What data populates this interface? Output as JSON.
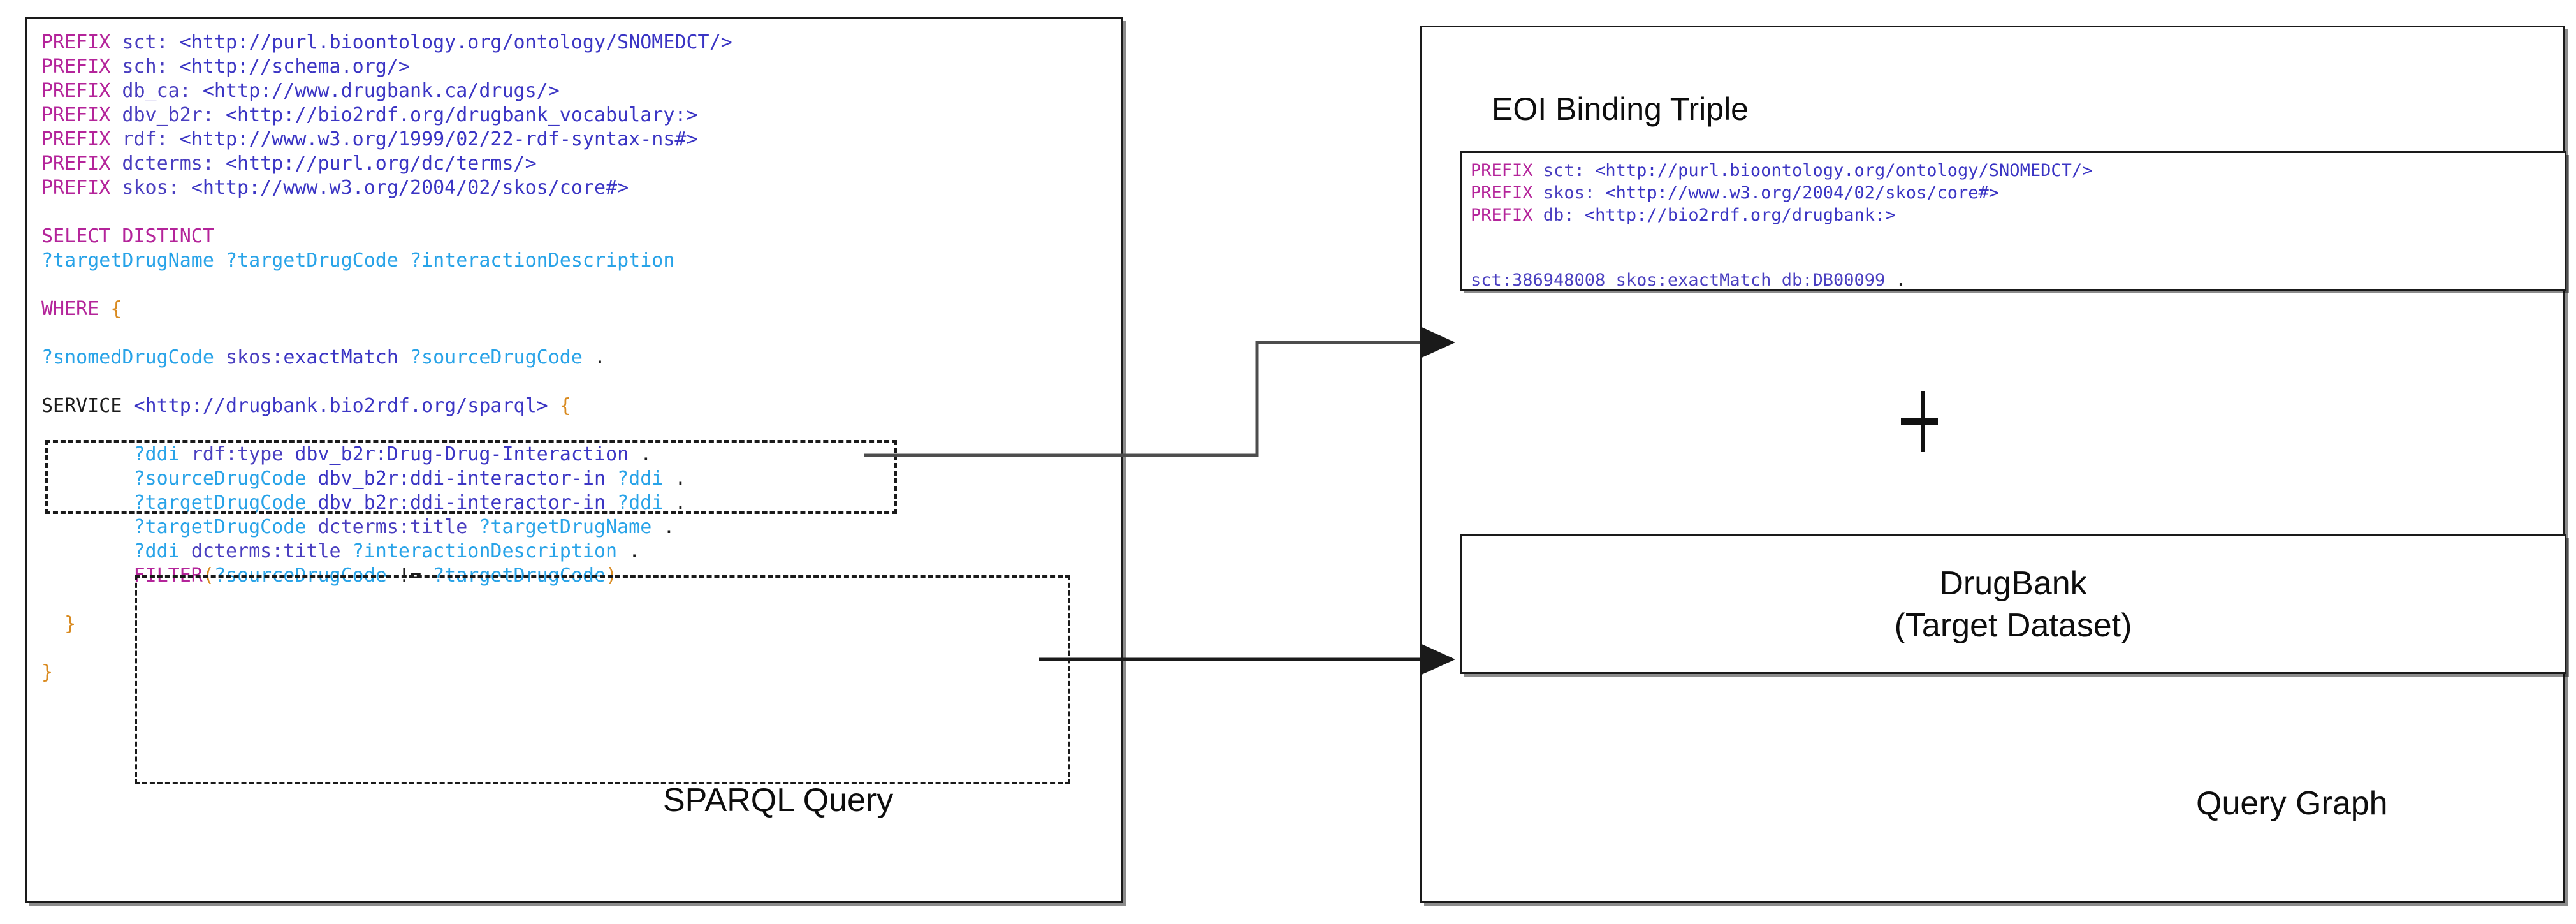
{
  "left_panel": {
    "caption": "SPARQL Query",
    "query_lines": [
      {
        "id": "p1",
        "segments": [
          {
            "t": "PREFIX",
            "c": "kw"
          },
          {
            "t": " sct: ",
            "c": "pfx"
          },
          {
            "t": "<http://purl.bioontology.org/ontology/SNOMEDCT/>",
            "c": "uri"
          }
        ]
      },
      {
        "id": "p2",
        "segments": [
          {
            "t": "PREFIX",
            "c": "kw"
          },
          {
            "t": " sch: ",
            "c": "pfx"
          },
          {
            "t": "<http://schema.org/>",
            "c": "uri"
          }
        ]
      },
      {
        "id": "p3",
        "segments": [
          {
            "t": "PREFIX",
            "c": "kw"
          },
          {
            "t": " db_ca: ",
            "c": "pfx"
          },
          {
            "t": "<http://www.drugbank.ca/drugs/>",
            "c": "uri"
          }
        ]
      },
      {
        "id": "p4",
        "segments": [
          {
            "t": "PREFIX",
            "c": "kw"
          },
          {
            "t": " dbv_b2r: ",
            "c": "pfx"
          },
          {
            "t": "<http://bio2rdf.org/drugbank_vocabulary:>",
            "c": "uri"
          }
        ]
      },
      {
        "id": "p5",
        "segments": [
          {
            "t": "PREFIX",
            "c": "kw"
          },
          {
            "t": " rdf: ",
            "c": "pfx"
          },
          {
            "t": "<http://www.w3.org/1999/02/22-rdf-syntax-ns#>",
            "c": "uri"
          }
        ]
      },
      {
        "id": "p6",
        "segments": [
          {
            "t": "PREFIX",
            "c": "kw"
          },
          {
            "t": " dcterms: ",
            "c": "pfx"
          },
          {
            "t": "<http://purl.org/dc/terms/>",
            "c": "uri"
          }
        ]
      },
      {
        "id": "p7",
        "segments": [
          {
            "t": "PREFIX",
            "c": "kw"
          },
          {
            "t": " skos: ",
            "c": "pfx"
          },
          {
            "t": "<http://www.w3.org/2004/02/skos/core#>",
            "c": "uri"
          }
        ]
      },
      {
        "id": "blank1",
        "segments": [
          {
            "t": " ",
            "c": "dot"
          }
        ]
      },
      {
        "id": "sel",
        "segments": [
          {
            "t": "SELECT DISTINCT",
            "c": "kw"
          }
        ]
      },
      {
        "id": "vars",
        "segments": [
          {
            "t": "?targetDrugName ?targetDrugCode ?interactionDescription",
            "c": "var"
          }
        ]
      },
      {
        "id": "blank2",
        "segments": [
          {
            "t": " ",
            "c": "dot"
          }
        ]
      },
      {
        "id": "where",
        "segments": [
          {
            "t": "WHERE",
            "c": "kw"
          },
          {
            "t": " ",
            "c": "dot"
          },
          {
            "t": "{",
            "c": "pun"
          }
        ]
      },
      {
        "id": "blank3",
        "segments": [
          {
            "t": " ",
            "c": "dot"
          }
        ]
      },
      {
        "id": "eoi",
        "segments": [
          {
            "t": "?snomedDrugCode",
            "c": "var"
          },
          {
            "t": " ",
            "c": "dot"
          },
          {
            "t": "skos:",
            "c": "pfx"
          },
          {
            "t": "exactMatch",
            "c": "uri"
          },
          {
            "t": " ",
            "c": "dot"
          },
          {
            "t": "?sourceDrugCode",
            "c": "var"
          },
          {
            "t": " .",
            "c": "dot"
          }
        ]
      },
      {
        "id": "blank4",
        "segments": [
          {
            "t": " ",
            "c": "dot"
          }
        ]
      },
      {
        "id": "service",
        "segments": [
          {
            "t": "SERVICE",
            "c": "kwd"
          },
          {
            "t": " ",
            "c": "dot"
          },
          {
            "t": "<http://drugbank.bio2rdf.org/sparql>",
            "c": "uri"
          },
          {
            "t": " ",
            "c": "dot"
          },
          {
            "t": "{",
            "c": "pun"
          }
        ]
      },
      {
        "id": "blank5",
        "segments": [
          {
            "t": " ",
            "c": "dot"
          }
        ]
      },
      {
        "id": "s1",
        "segments": [
          {
            "t": "        ?ddi",
            "c": "var"
          },
          {
            "t": " ",
            "c": "dot"
          },
          {
            "t": "rdf:type",
            "c": "pfx"
          },
          {
            "t": " ",
            "c": "dot"
          },
          {
            "t": "dbv_b2r:Drug-Drug-Interaction",
            "c": "uri"
          },
          {
            "t": " .",
            "c": "dot"
          }
        ]
      },
      {
        "id": "s2",
        "segments": [
          {
            "t": "        ?sourceDrugCode",
            "c": "var"
          },
          {
            "t": " ",
            "c": "dot"
          },
          {
            "t": "dbv_b2r:ddi-interactor-in",
            "c": "uri"
          },
          {
            "t": " ",
            "c": "dot"
          },
          {
            "t": "?ddi",
            "c": "var"
          },
          {
            "t": " .",
            "c": "dot"
          }
        ]
      },
      {
        "id": "s3",
        "segments": [
          {
            "t": "        ?targetDrugCode",
            "c": "var"
          },
          {
            "t": " ",
            "c": "dot"
          },
          {
            "t": "dbv_b2r:ddi-interactor-in",
            "c": "uri"
          },
          {
            "t": " ",
            "c": "dot"
          },
          {
            "t": "?ddi",
            "c": "var"
          },
          {
            "t": " .",
            "c": "dot"
          }
        ]
      },
      {
        "id": "s4",
        "segments": [
          {
            "t": "        ?targetDrugCode",
            "c": "var"
          },
          {
            "t": " ",
            "c": "dot"
          },
          {
            "t": "dcterms:title",
            "c": "pfx"
          },
          {
            "t": " ",
            "c": "dot"
          },
          {
            "t": "?targetDrugName",
            "c": "var"
          },
          {
            "t": " .",
            "c": "dot"
          }
        ]
      },
      {
        "id": "s5",
        "segments": [
          {
            "t": "        ?ddi",
            "c": "var"
          },
          {
            "t": " ",
            "c": "dot"
          },
          {
            "t": "dcterms:title",
            "c": "pfx"
          },
          {
            "t": " ",
            "c": "dot"
          },
          {
            "t": "?interactionDescription",
            "c": "var"
          },
          {
            "t": " .",
            "c": "dot"
          }
        ]
      },
      {
        "id": "s6",
        "segments": [
          {
            "t": "        FILTER",
            "c": "kw"
          },
          {
            "t": "(",
            "c": "pun"
          },
          {
            "t": "?sourceDrugCode",
            "c": "var"
          },
          {
            "t": " != ",
            "c": "dot"
          },
          {
            "t": "?targetDrugCode",
            "c": "var"
          },
          {
            "t": ")",
            "c": "pun"
          }
        ]
      },
      {
        "id": "blank6",
        "segments": [
          {
            "t": " ",
            "c": "dot"
          }
        ]
      },
      {
        "id": "close1",
        "segments": [
          {
            "t": "  ",
            "c": "dot"
          },
          {
            "t": "}",
            "c": "pun"
          }
        ]
      },
      {
        "id": "blank7",
        "segments": [
          {
            "t": " ",
            "c": "dot"
          }
        ]
      },
      {
        "id": "close2",
        "segments": [
          {
            "t": "}",
            "c": "pun"
          }
        ]
      }
    ],
    "highlight_boxes": [
      {
        "name": "eoi-binding-triple-highlight",
        "style": "dashed"
      },
      {
        "name": "service-pattern-highlight",
        "style": "dashed"
      }
    ]
  },
  "right_panel": {
    "caption": "Query Graph",
    "eoi": {
      "title": "EOI Binding Triple",
      "prefix_lines": [
        {
          "id": "e1",
          "segments": [
            {
              "t": "PREFIX",
              "c": "kw"
            },
            {
              "t": " sct: ",
              "c": "pfx"
            },
            {
              "t": "<http://purl.bioontology.org/ontology/SNOMEDCT/>",
              "c": "uri"
            }
          ]
        },
        {
          "id": "e2",
          "segments": [
            {
              "t": "PREFIX",
              "c": "kw"
            },
            {
              "t": " skos: ",
              "c": "pfx"
            },
            {
              "t": "<http://www.w3.org/2004/02/skos/core#>",
              "c": "uri"
            }
          ]
        },
        {
          "id": "e3",
          "segments": [
            {
              "t": "PREFIX",
              "c": "kw"
            },
            {
              "t": " db: ",
              "c": "pfx"
            },
            {
              "t": "<http://bio2rdf.org/drugbank:>",
              "c": "uri"
            }
          ]
        }
      ],
      "triple_line": [
        {
          "t": "sct:386948008",
          "c": "pfx"
        },
        {
          "t": " ",
          "c": "dot"
        },
        {
          "t": "skos:exactMatch",
          "c": "pfx"
        },
        {
          "t": " ",
          "c": "dot"
        },
        {
          "t": "db:DB00099",
          "c": "pfx"
        },
        {
          "t": " .",
          "c": "dot"
        }
      ]
    },
    "plus_symbol": "+",
    "target": {
      "line1": "DrugBank",
      "line2": "(Target Dataset)"
    }
  },
  "connectors": [
    {
      "name": "eoi-binding-arrow",
      "from": "eoi-binding-triple-highlight",
      "to": "eoi-box"
    },
    {
      "name": "service-pattern-arrow",
      "from": "service-pattern-highlight",
      "to": "drugbank-box"
    }
  ],
  "colors": {
    "keyword": "#b4249a",
    "uri": "#3b35c4",
    "prefix": "#4a3fc0",
    "variable": "#28a3e8",
    "punctuation": "#d98a1f",
    "border": "#1a1a1a",
    "background": "#ffffff"
  }
}
